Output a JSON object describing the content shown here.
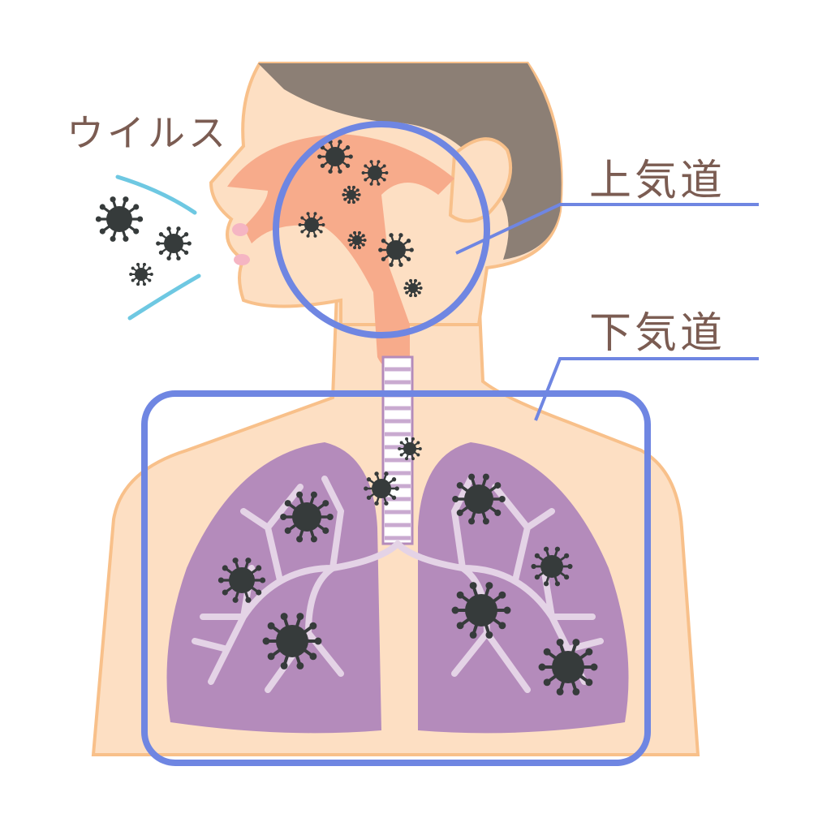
{
  "labels": {
    "virus": "ウイルス",
    "upper_airway": "上気道",
    "lower_airway": "下気道"
  },
  "colors": {
    "skin": "#fddfc3",
    "skin_outline": "#f8c08a",
    "hair": "#8c7f75",
    "airway": "#f7ab8b",
    "lung": "#b48bbb",
    "bronchi": "#e4d3e6",
    "virus": "#363b3b",
    "highlight": "#6f86e2",
    "breath": "#6ec8e2",
    "text": "#7b5c52"
  }
}
